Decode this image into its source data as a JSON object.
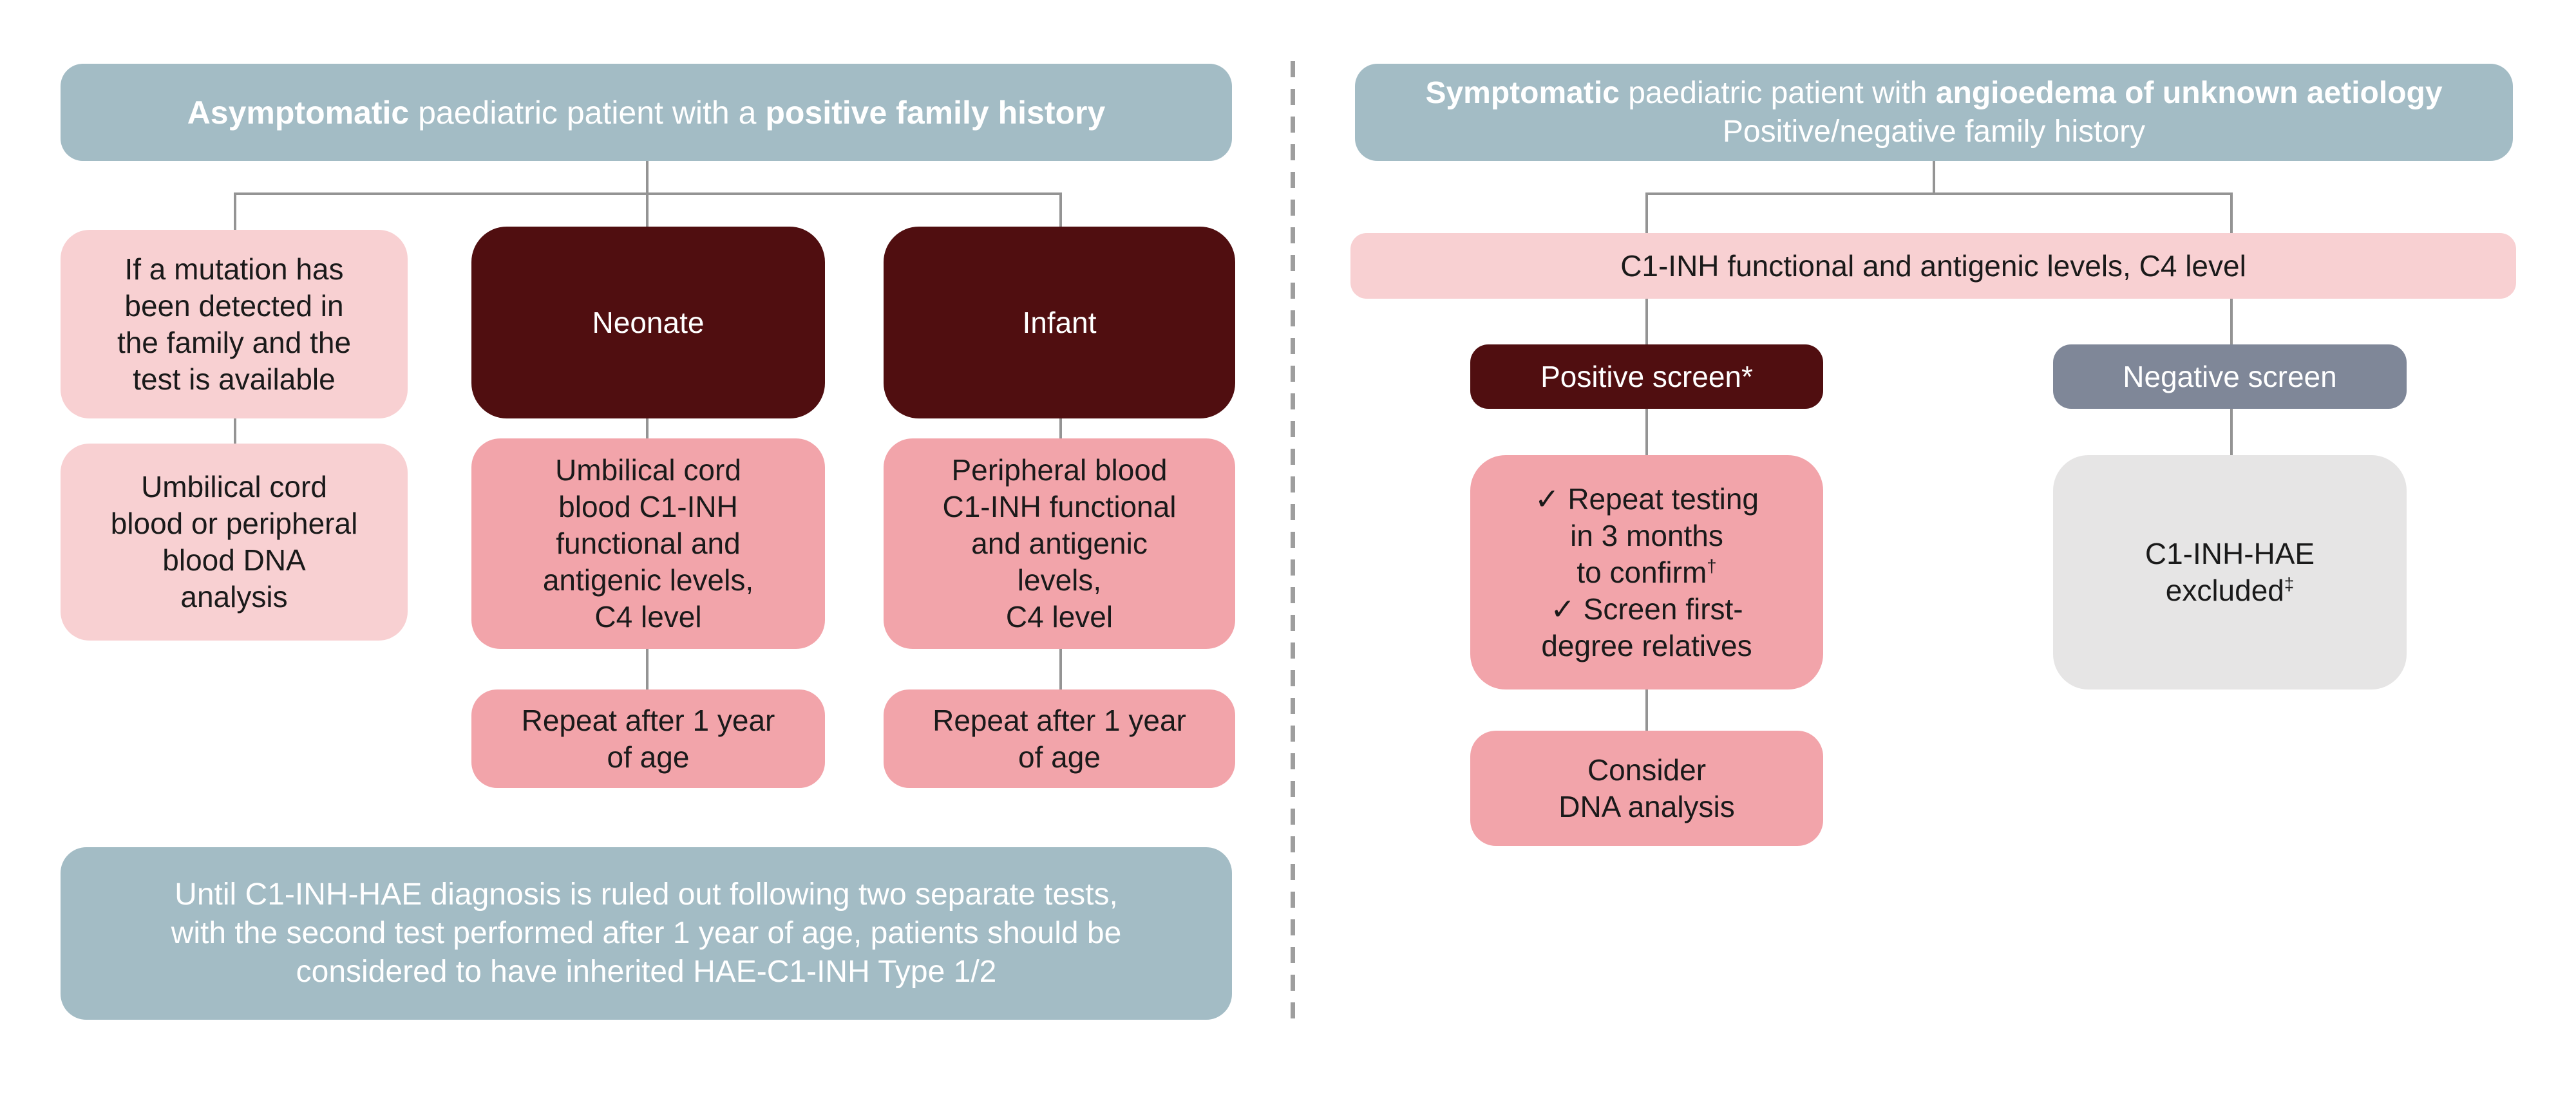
{
  "diagram": {
    "left": {
      "header": {
        "part1": "Asymptomatic",
        "part2": " paediatric patient with a ",
        "part3": "positive family history"
      },
      "mutation_box": "If a mutation has\nbeen detected in\nthe family and the\ntest is available",
      "neonate_box": "Neonate",
      "infant_box": "Infant",
      "dna_box": "Umbilical cord\nblood or peripheral\nblood DNA\nanalysis",
      "neonate_labs_box": "Umbilical cord\nblood C1-INH\nfunctional and\nantigenic levels,\nC4 level",
      "infant_labs_box": "Peripheral blood\nC1-INH functional\nand antigenic\nlevels,\nC4 level",
      "neonate_repeat_box": "Repeat after 1 year\nof age",
      "infant_repeat_box": "Repeat after 1 year\nof age",
      "footer_note": "Until C1-INH-HAE diagnosis is ruled out following two separate tests,\nwith the second test performed after 1 year of age, patients should be\nconsidered to have inherited HAE-C1-INH Type 1/2"
    },
    "right": {
      "header": {
        "part1": "Symptomatic",
        "part2": " paediatric patient with ",
        "part3": "angioedema of unknown aetiology",
        "line2": "Positive/negative family history"
      },
      "screening_box": "C1-INH functional and antigenic levels, C4 level",
      "positive_box": "Positive screen*",
      "negative_box": "Negative screen",
      "checklist": {
        "l1": "✓ Repeat testing",
        "l2": "in 3 months",
        "l3": "to confirm",
        "l3_sup": "†",
        "l4": "✓ Screen first-",
        "l5": "degree relatives"
      },
      "consider_box": "Consider\nDNA analysis",
      "excluded": {
        "l1": "C1-INH-HAE",
        "l2": "excluded",
        "sup": "‡"
      }
    },
    "colors": {
      "header_blue": "#a3bcc5",
      "pink_light": "#f8d0d2",
      "pink_medium": "#f2a4aa",
      "maroon": "#500e10",
      "slate_gray": "#7f8798",
      "light_gray": "#e6e5e5",
      "connector_gray": "#949494",
      "divider_gray": "#9e9e9e",
      "text_dark": "#1a1a1a",
      "text_white": "#ffffff"
    }
  }
}
